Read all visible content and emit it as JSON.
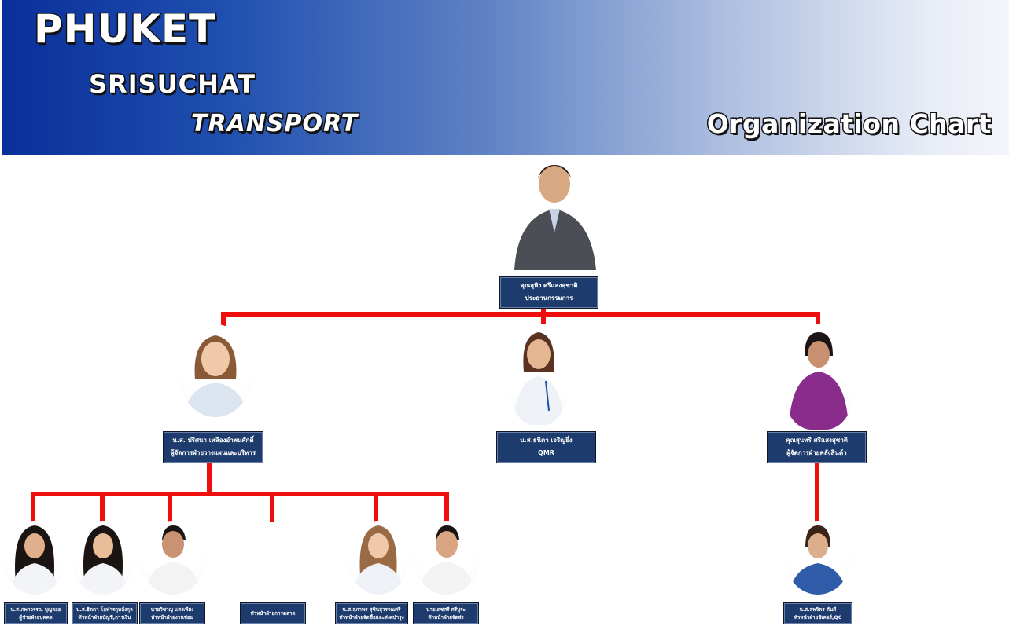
{
  "header": {
    "brand_line1": "PHUKET",
    "brand_line2": "SRISUCHAT",
    "brand_line3": "TRANSPORT",
    "chart_title": "Organization Chart"
  },
  "colors": {
    "connector": "#ef0e0e",
    "card_bg": "#1d3b6c",
    "card_text": "#ffffff"
  },
  "nodes": {
    "chairman": {
      "name": "คุณสุพิง  ศรีแสงสุชาติ",
      "role": "ประธานกรรมการ"
    },
    "hr_admin_manager": {
      "name": "น.ส. ปริศนา เหลืองอำพนศักดิ์",
      "role": "ผู้จัดการฝ่ายวางแผนและบริหาร"
    },
    "qmr": {
      "name": "น.ส.ธนิดา เจริญยิ่ง",
      "role": "QMR"
    },
    "warehouse_manager": {
      "name": "คุณสุนทรี ศรีแสงสุชาติ",
      "role": "ผู้จัดการฝ่ายคลังสินค้า"
    },
    "hr_assistant": {
      "name": "น.ส.ภพกวรรณ บุญลอย",
      "role": "ผู้ช่วยฝ่ายบุคคล"
    },
    "accounting_head": {
      "name": "น.ส.ธิดดา โอฬารกุหลั่งกุล",
      "role": "หัวหน้าฝ่ายบัญชี,การเงิน"
    },
    "maintenance_head": {
      "name": "นายวิชาญ แสงเพียง",
      "role": "หัวหน้าฝ่ายงานซ่อม"
    },
    "marketing_head": {
      "name": "",
      "role": "หัวหน้าฝ่ายการตลาด"
    },
    "purchasing_head": {
      "name": "น.ส.สุภาพร สุชินสุวรรณศรี",
      "role": "หัวหน้าฝ่ายจัดซื้อและส่งผบำรุง"
    },
    "logistics_head": {
      "name": "นายเดชศรี ศรีบุระ",
      "role": "หัวหน้าฝ่ายจัดส่ง"
    },
    "qc_head": {
      "name": "น.ส.สุพจิตร ตันดี",
      "role": "หัวหน้าฝ่ายชิเคอร์,QC"
    }
  }
}
